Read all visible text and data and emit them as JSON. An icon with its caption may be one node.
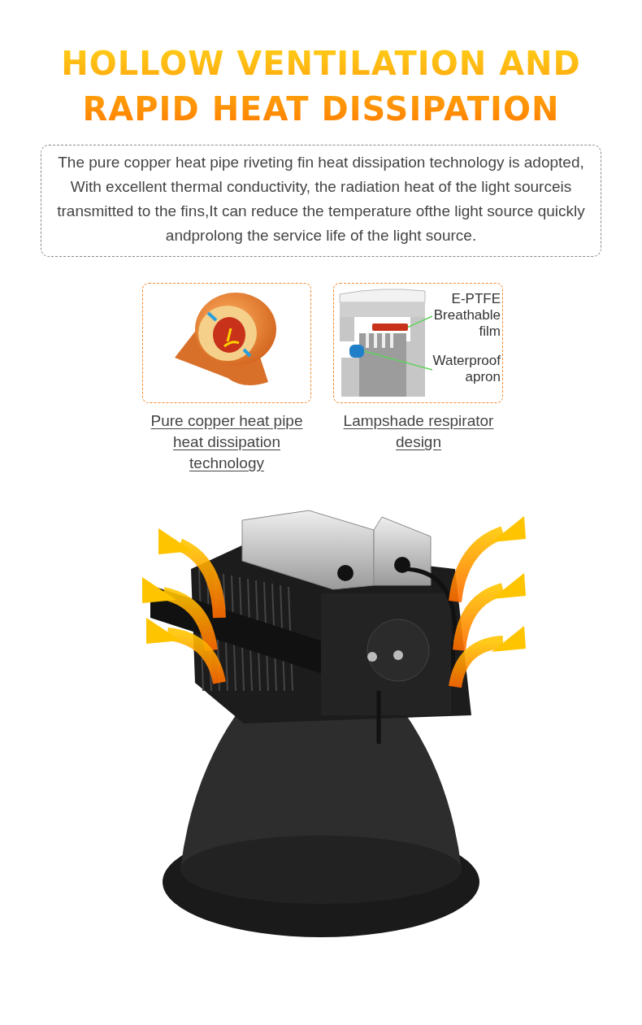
{
  "diagram": {
    "title": "HOLLOW VENTILATION AND RAPID HEAT DISSIPATION",
    "nodes": [
      {
        "text": [
          "E-PTFE Breathable film"
        ]
      },
      {
        "text": [],
        "shape": "bar"
      },
      {
        "text": [
          "Waterproof apron"
        ]
      },
      {
        "text": [],
        "shape": "box"
      }
    ],
    "edges": [
      {
        "from": 0,
        "to": 1,
        "arrow": "none"
      },
      {
        "from": 2,
        "to": 3,
        "arrow": "none"
      }
    ],
    "labels": [
      "The pure copper heat pipe riveting fin heat dissipation technology is adopted, With excellent thermal conductivity, the radiation heat of the light sourceis transmitted to the fins,It can reduce the temperature ofthe light source quickly andprolong the service life of the light source.",
      "Pure copper heat pipe heat dissipation technology",
      "Lampshade respirator design"
    ]
  }
}
